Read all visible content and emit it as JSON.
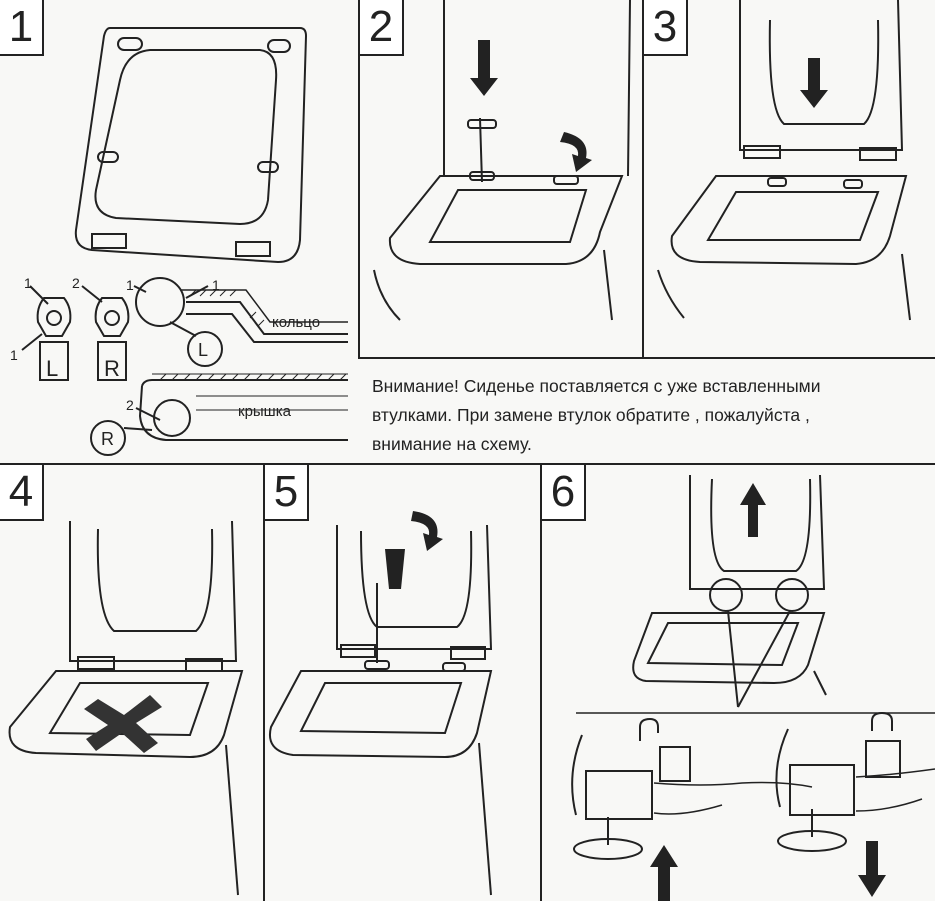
{
  "steps": {
    "s1": "1",
    "s2": "2",
    "s3": "3",
    "s4": "4",
    "s5": "5",
    "s6": "6"
  },
  "bushing_labels": {
    "num_1a": "1",
    "num_1b": "1",
    "num_2": "2",
    "left": "L",
    "right": "R"
  },
  "detail_labels": {
    "ring_num_1a": "1",
    "ring_num_1b": "1",
    "ring": "кольцо",
    "lid_num_2": "2",
    "lid": "крышка",
    "circle_L": "L",
    "circle_R": "R"
  },
  "note": {
    "line1": "Внимание! Сиденье поставляется с уже вставленными",
    "line2": "втулками. При замене втулок обратите , пожалуйста ,",
    "line3": "внимание на схему."
  },
  "colors": {
    "ink": "#222222",
    "paper": "#f8f8f6"
  }
}
